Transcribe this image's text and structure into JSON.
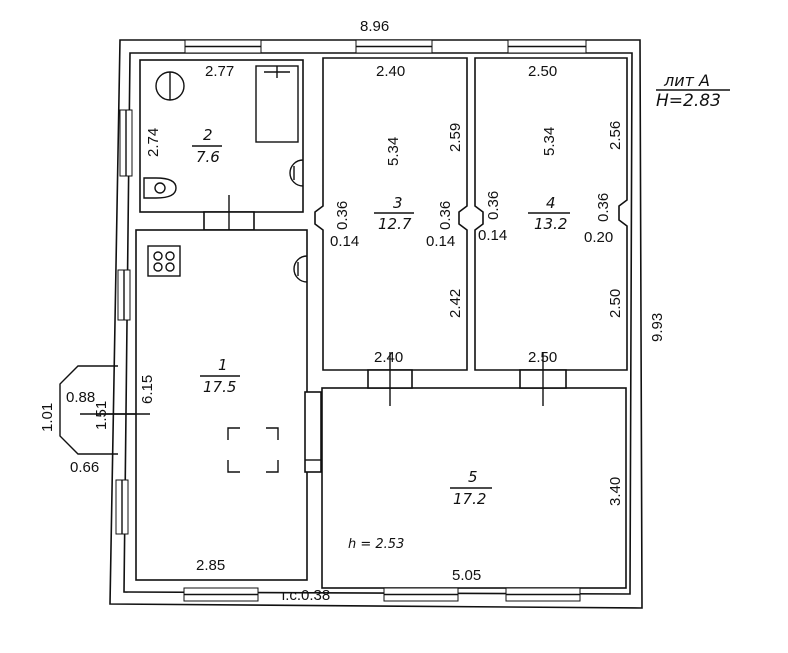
{
  "building": {
    "label": "лит А",
    "height": "H=2.83",
    "overall_width": "8.96",
    "overall_depth": "9.93",
    "bottom_note": "т.с.0.38"
  },
  "porch": {
    "width": "1.01",
    "side_a": "0.88",
    "side_b": "1.51",
    "side_c": "0.66"
  },
  "rooms": [
    {
      "number": "2",
      "area": "7.6",
      "dims": [
        "2.77",
        "2.74"
      ]
    },
    {
      "number": "1",
      "area": "17.5",
      "dims": [
        "6.15",
        "2.85"
      ]
    },
    {
      "number": "3",
      "area": "12.7",
      "dims": [
        "2.40",
        "5.34",
        "2.59",
        "0.36",
        "0.36",
        "0.14",
        "0.14",
        "2.42",
        "2.40"
      ]
    },
    {
      "number": "4",
      "area": "13.2",
      "dims": [
        "2.50",
        "5.34",
        "2.56",
        "0.36",
        "0.36",
        "0.14",
        "0.20",
        "2.50",
        "2.50"
      ]
    },
    {
      "number": "5",
      "area": "17.2",
      "dims": [
        "3.40",
        "5.05"
      ],
      "ceiling": "h = 2.53"
    }
  ]
}
